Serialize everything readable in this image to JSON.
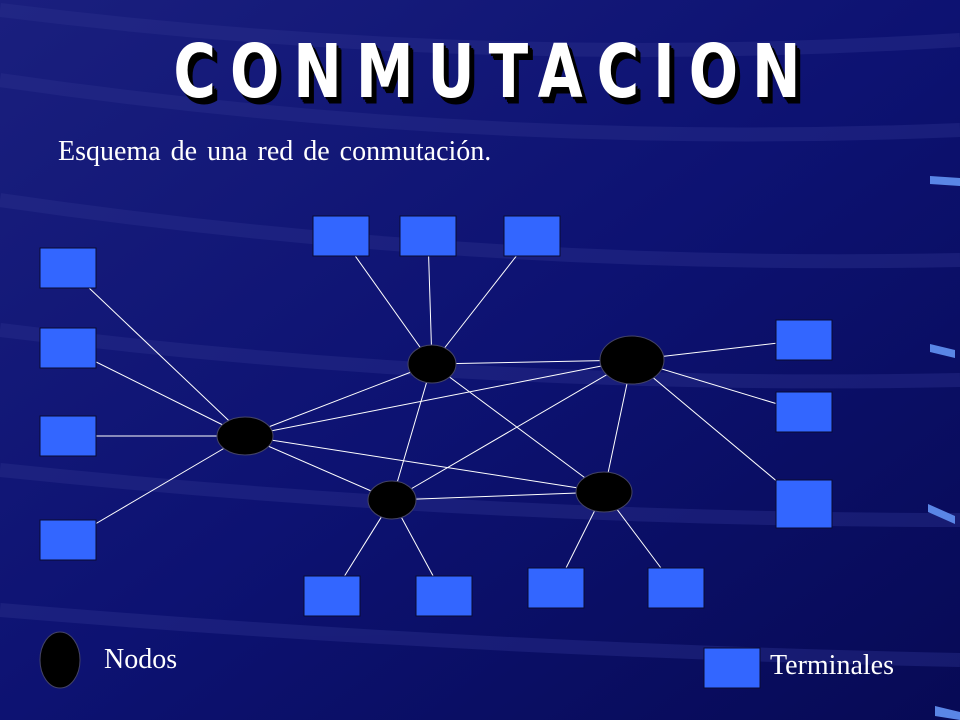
{
  "slide": {
    "title": "CONMUTACION",
    "subtitle": "Esquema de una red de conmutación.",
    "colors": {
      "background": "#0b0f6e",
      "terminal_fill": "#3366ff",
      "node_fill": "#000000",
      "link": "#ffffff",
      "text": "#ffffff"
    }
  },
  "legend": {
    "nodes_label": "Nodos",
    "terminals_label": "Terminales"
  }
}
